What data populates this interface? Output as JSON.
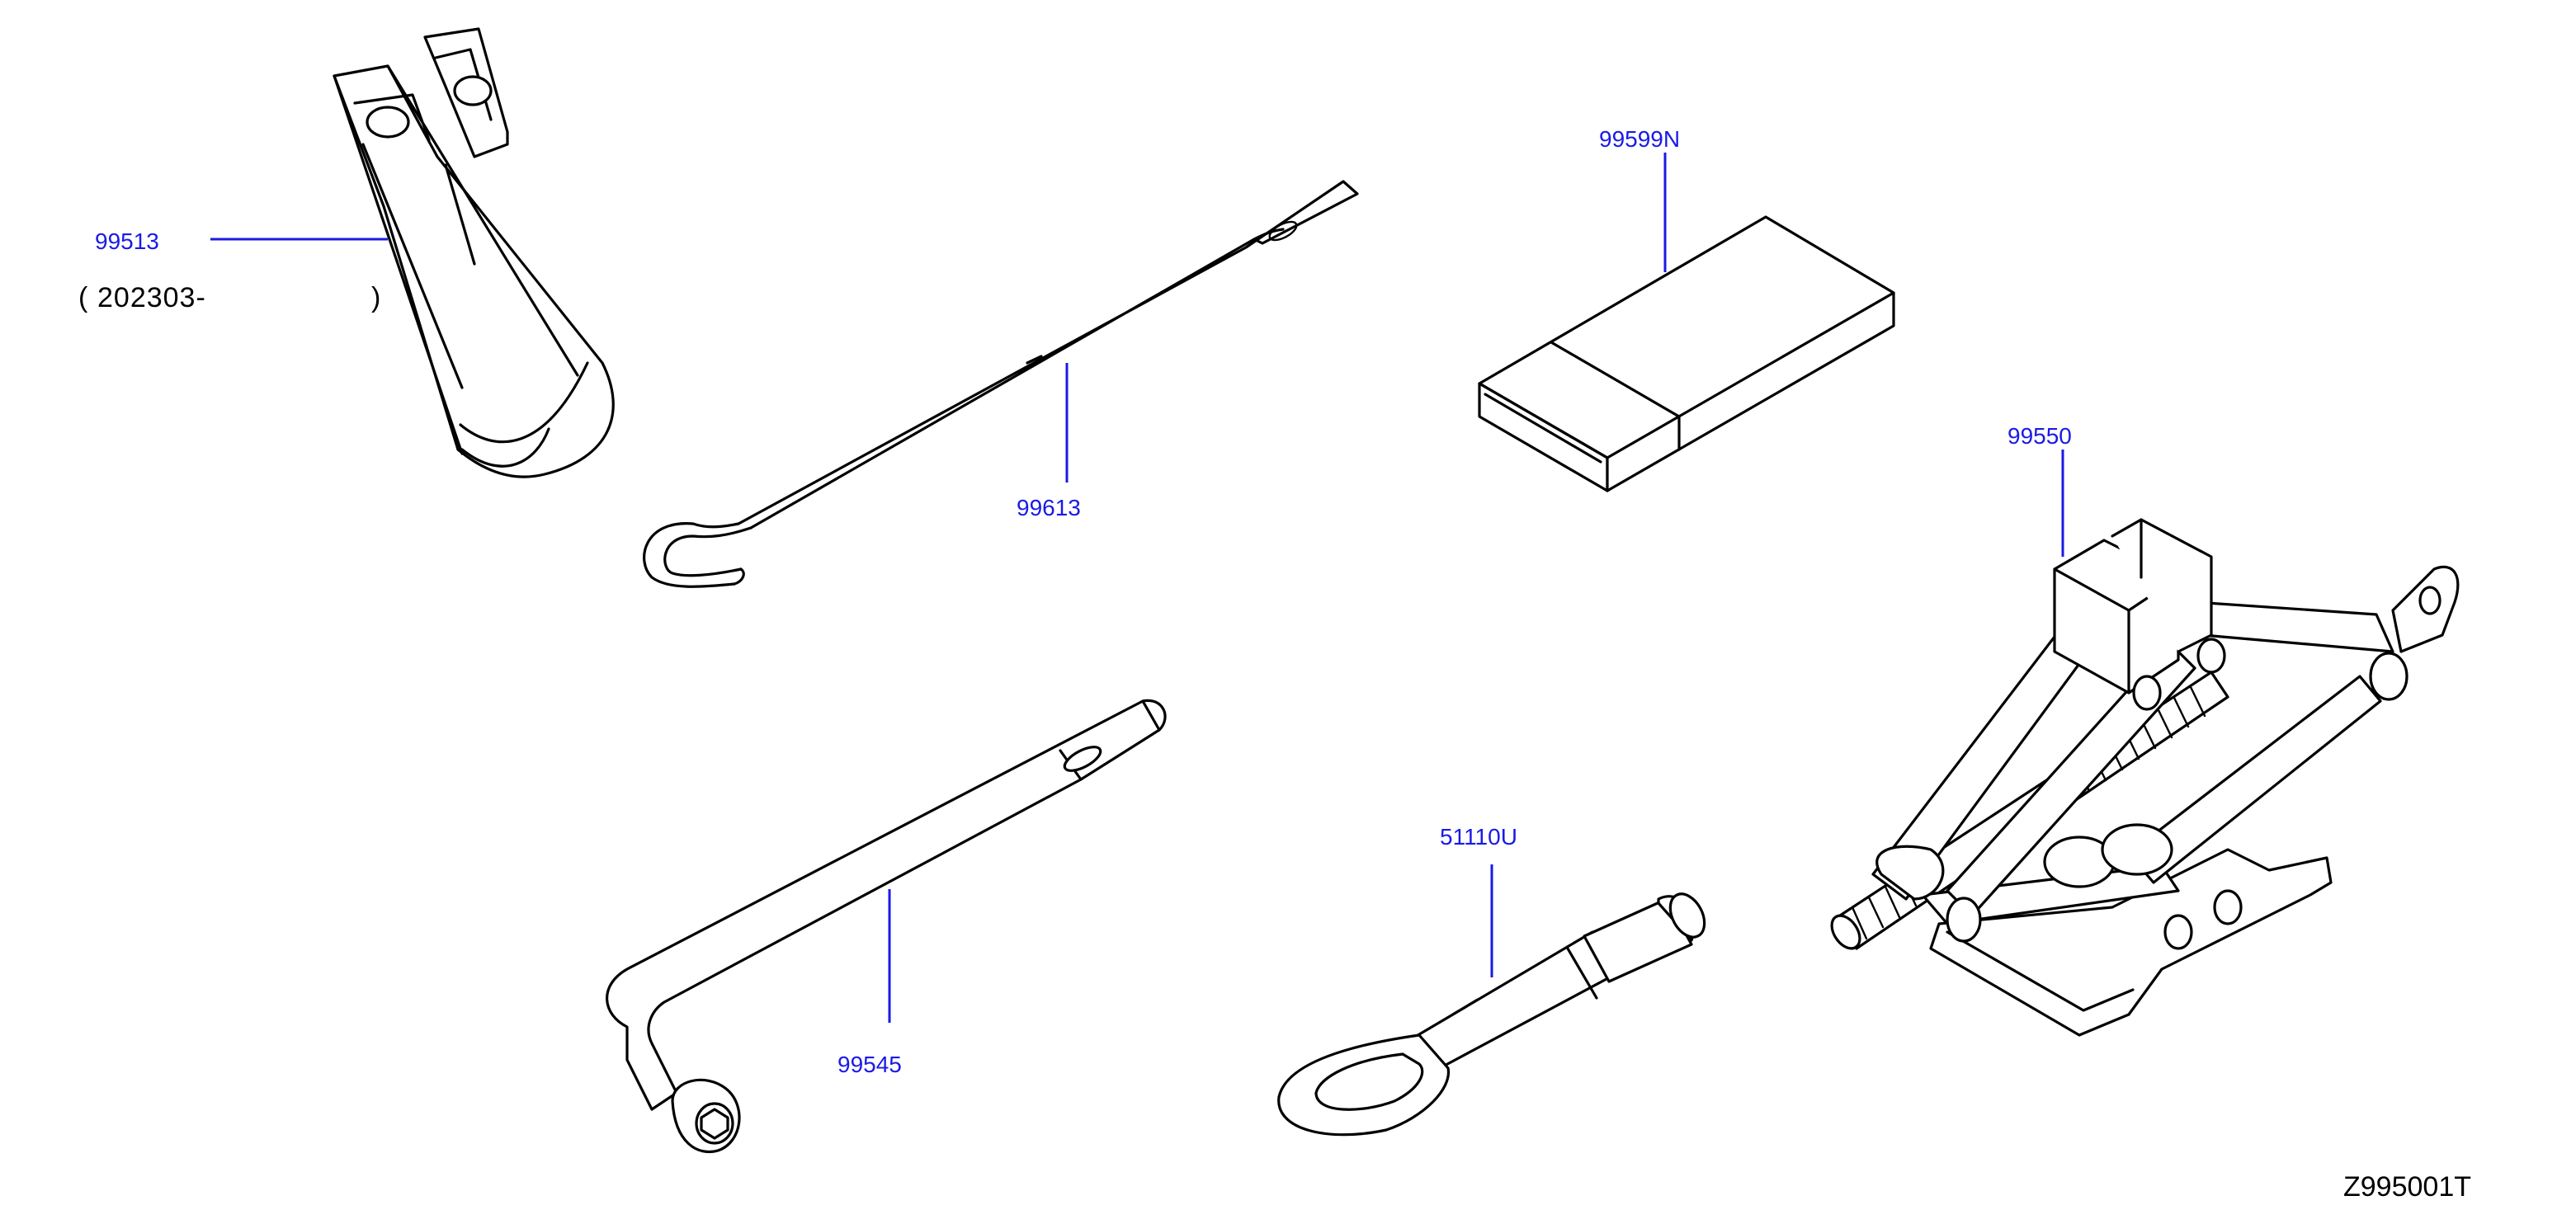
{
  "parts": [
    {
      "id": "99513",
      "label": "99513",
      "note": "202303-",
      "note_open": "(",
      "note_close": ")"
    },
    {
      "id": "99613",
      "label": "99613"
    },
    {
      "id": "99599N",
      "label": "99599N"
    },
    {
      "id": "99550",
      "label": "99550"
    },
    {
      "id": "99545",
      "label": "99545"
    },
    {
      "id": "51110U",
      "label": "51110U"
    }
  ],
  "diagram_code": "Z995001T",
  "colors": {
    "label": "#1a1ae6",
    "line": "#000000",
    "background": "#ffffff"
  }
}
